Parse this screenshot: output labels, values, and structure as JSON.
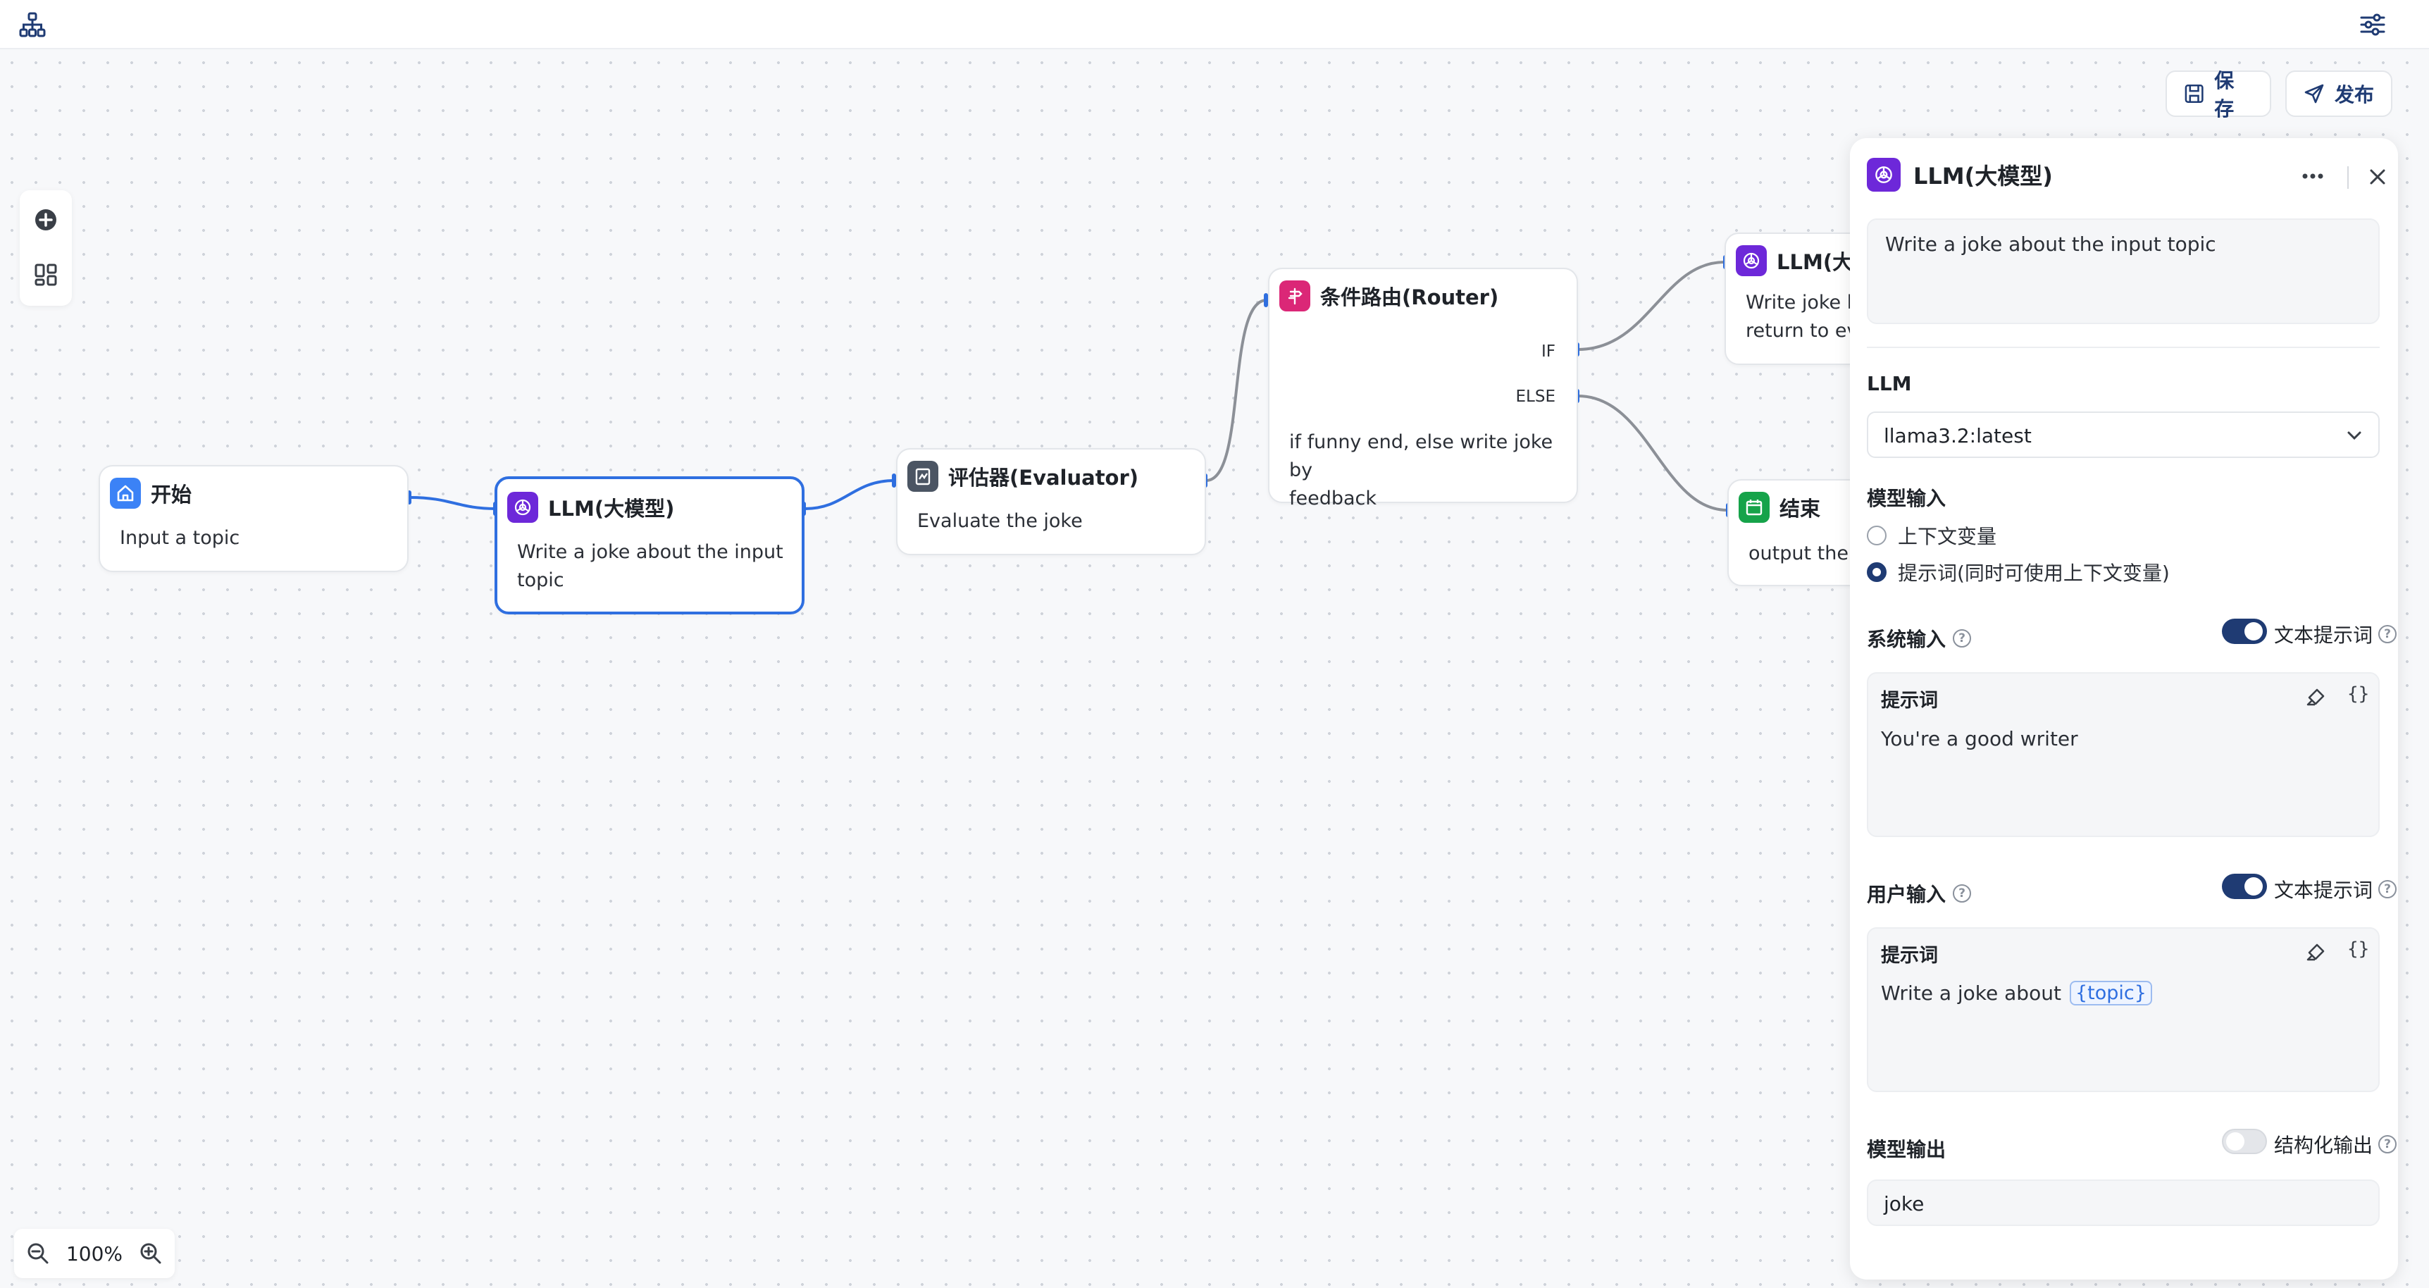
{
  "canvas": {
    "zoom_label": "100%",
    "save_label": "保存",
    "publish_label": "发布"
  },
  "nodes": {
    "start": {
      "title": "开始",
      "desc": "Input a topic"
    },
    "llm": {
      "title": "LLM(大模型)",
      "desc": [
        "Write a joke about the input",
        "topic"
      ]
    },
    "evaluator": {
      "title": "评估器(Evaluator)",
      "desc": "Evaluate the joke"
    },
    "router": {
      "title": "条件路由(Router)",
      "if_label": "IF",
      "else_label": "ELSE",
      "desc": [
        "if funny end, else write joke by",
        "feedback"
      ]
    },
    "llm2": {
      "title": "LLM(大模",
      "desc": [
        "Write joke by",
        "return to eva"
      ]
    },
    "end": {
      "title": "结束",
      "desc": "output the jo"
    }
  },
  "panel": {
    "title": "LLM(大模型)",
    "description": "Write a joke about the input topic",
    "llm_label": "LLM",
    "llm_value": "llama3.2:latest",
    "model_input_label": "模型输入",
    "radio_context": "上下文变量",
    "radio_prompt": "提示词(同时可使用上下文变量)",
    "system_input_label": "系统输入",
    "text_prompt_label": "文本提示词",
    "system_prompt_header": "提示词",
    "system_prompt_text": "You're a good writer",
    "user_input_label": "用户输入",
    "user_text_prompt_label": "文本提示词",
    "user_prompt_header": "提示词",
    "user_prompt_text": "Write a joke about",
    "user_prompt_var": "{topic}",
    "model_output_label": "模型输出",
    "structured_output_label": "结构化输出",
    "output_value": "joke"
  },
  "colors": {
    "accent": "#2f6fe0",
    "llm_badge": "#6d28d9",
    "start_badge": "#3b82f6",
    "evaluator_badge": "#4b5563",
    "router_badge": "#db2777",
    "end_badge": "#16a34a",
    "primary_dark": "#1f3b73"
  }
}
